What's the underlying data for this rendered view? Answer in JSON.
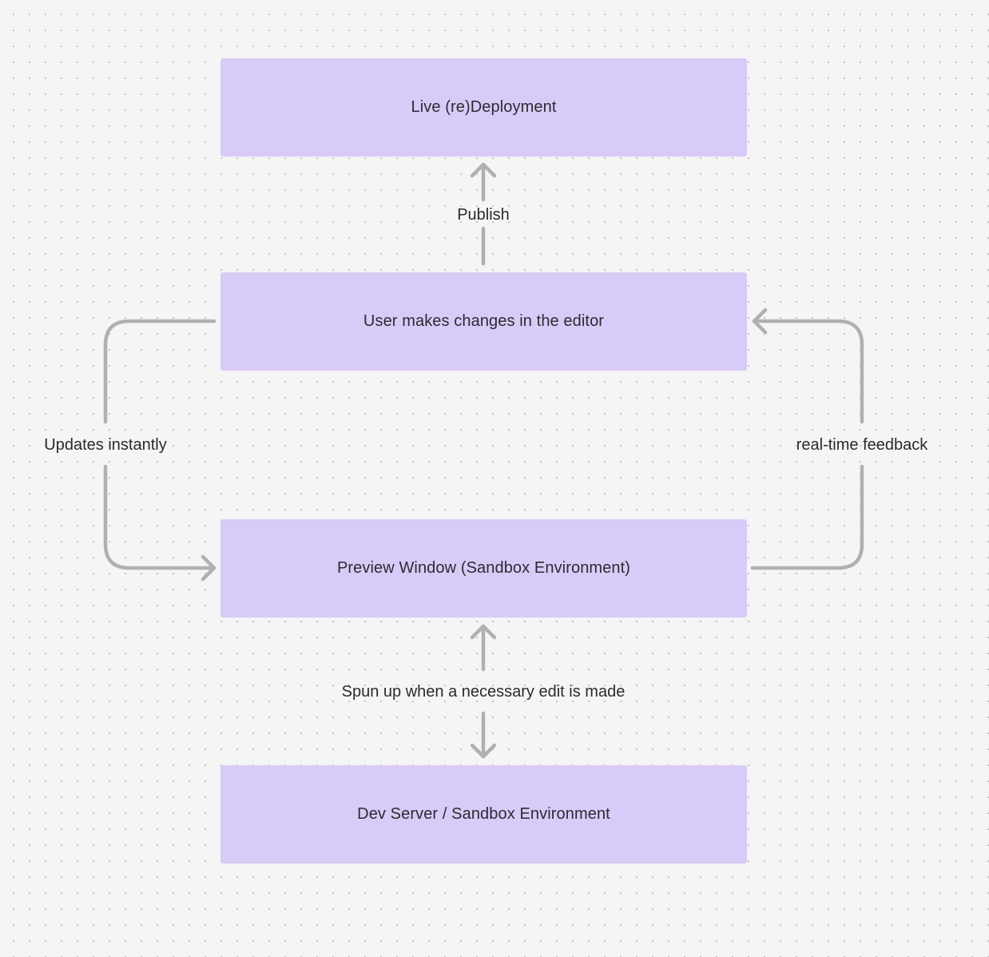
{
  "diagram": {
    "nodes": {
      "live_deployment": "Live (re)Deployment",
      "editor": "User makes changes in the editor",
      "preview": "Preview Window (Sandbox Environment)",
      "dev_server": "Dev Server / Sandbox Environment"
    },
    "edges": {
      "publish": "Publish",
      "updates_instantly": "Updates instantly",
      "realtime_feedback": "real-time feedback",
      "spun_up": "Spun up when a necessary edit is made"
    }
  },
  "colors": {
    "canvas_background": "#f5f5f5",
    "grid_dot": "#c4c4c4",
    "node_fill": "#d9cbf7",
    "connector": "#b0b0b0",
    "text": "#2b2b2b"
  }
}
